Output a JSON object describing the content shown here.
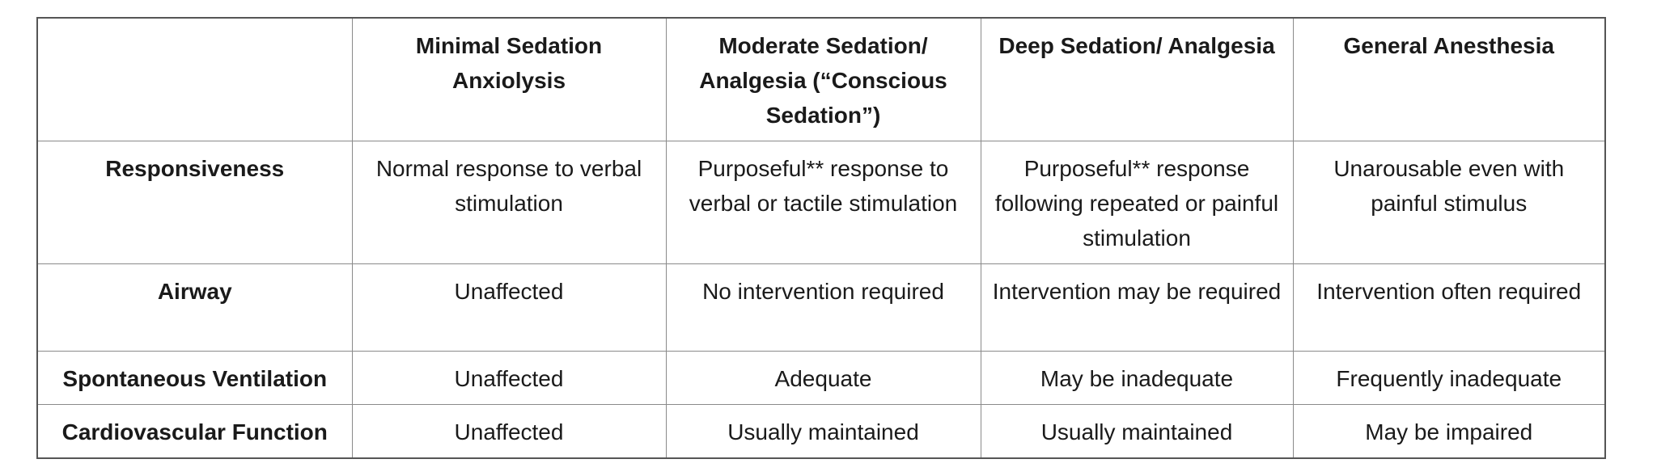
{
  "table": {
    "headers": [
      "",
      "Minimal Sedation Anxiolysis",
      "Moderate Sedation/ Analgesia (“Conscious Sedation”)",
      "Deep Sedation/ Analgesia",
      "General Anesthesia"
    ],
    "rows": [
      {
        "label": "Responsiveness",
        "cells": [
          "Normal response to verbal stimulation",
          "Purposeful** response to verbal or tactile stimulation",
          "Purposeful** response following repeated or painful stimulation",
          "Unarousable even with painful stimulus"
        ]
      },
      {
        "label": "Airway",
        "cells": [
          "Unaffected",
          "No intervention required",
          "Intervention may be required",
          "Intervention often required"
        ]
      },
      {
        "label": "Spontaneous Ventilation",
        "cells": [
          "Unaffected",
          "Adequate",
          "May be inadequate",
          "Frequently inadequate"
        ]
      },
      {
        "label": "Cardiovascular Function",
        "cells": [
          "Unaffected",
          "Usually maintained",
          "Usually maintained",
          "May be impaired"
        ]
      }
    ]
  }
}
